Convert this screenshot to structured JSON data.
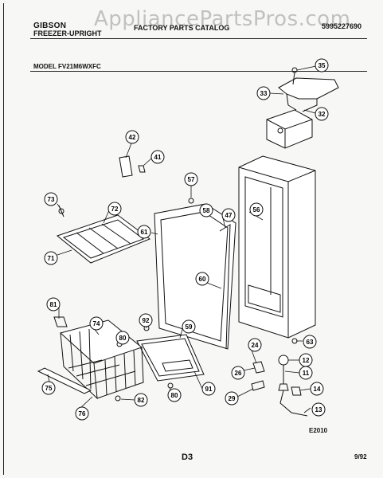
{
  "header": {
    "brand": "GIBSON",
    "product_line": "FREEZER-UPRIGHT",
    "catalog_title": "FACTORY PARTS CATALOG",
    "catalog_number": "5995227690",
    "model_line": "MODEL FV21M6WXFC",
    "watermark": "AppliancePartsPros.com"
  },
  "footer": {
    "drawing_code": "E2010",
    "page_number": "D3",
    "date": "9/92"
  },
  "callouts": [
    {
      "id": "c35",
      "label": "35"
    },
    {
      "id": "c33",
      "label": "33"
    },
    {
      "id": "c32",
      "label": "32"
    },
    {
      "id": "c42",
      "label": "42"
    },
    {
      "id": "c41",
      "label": "41"
    },
    {
      "id": "c57",
      "label": "57"
    },
    {
      "id": "c73",
      "label": "73"
    },
    {
      "id": "c72",
      "label": "72"
    },
    {
      "id": "c58",
      "label": "58"
    },
    {
      "id": "c47",
      "label": "47"
    },
    {
      "id": "c56",
      "label": "56"
    },
    {
      "id": "c61",
      "label": "61"
    },
    {
      "id": "c71",
      "label": "71"
    },
    {
      "id": "c60",
      "label": "60"
    },
    {
      "id": "c81",
      "label": "81"
    },
    {
      "id": "c74",
      "label": "74"
    },
    {
      "id": "c92",
      "label": "92"
    },
    {
      "id": "c80a",
      "label": "80"
    },
    {
      "id": "c59",
      "label": "59"
    },
    {
      "id": "c63",
      "label": "63"
    },
    {
      "id": "c24",
      "label": "24"
    },
    {
      "id": "c12",
      "label": "12"
    },
    {
      "id": "c26",
      "label": "26"
    },
    {
      "id": "c11",
      "label": "11"
    },
    {
      "id": "c75",
      "label": "75"
    },
    {
      "id": "c80b",
      "label": "80"
    },
    {
      "id": "c91",
      "label": "91"
    },
    {
      "id": "c29",
      "label": "29"
    },
    {
      "id": "c14",
      "label": "14"
    },
    {
      "id": "c82",
      "label": "82"
    },
    {
      "id": "c76",
      "label": "76"
    },
    {
      "id": "c13",
      "label": "13"
    }
  ]
}
